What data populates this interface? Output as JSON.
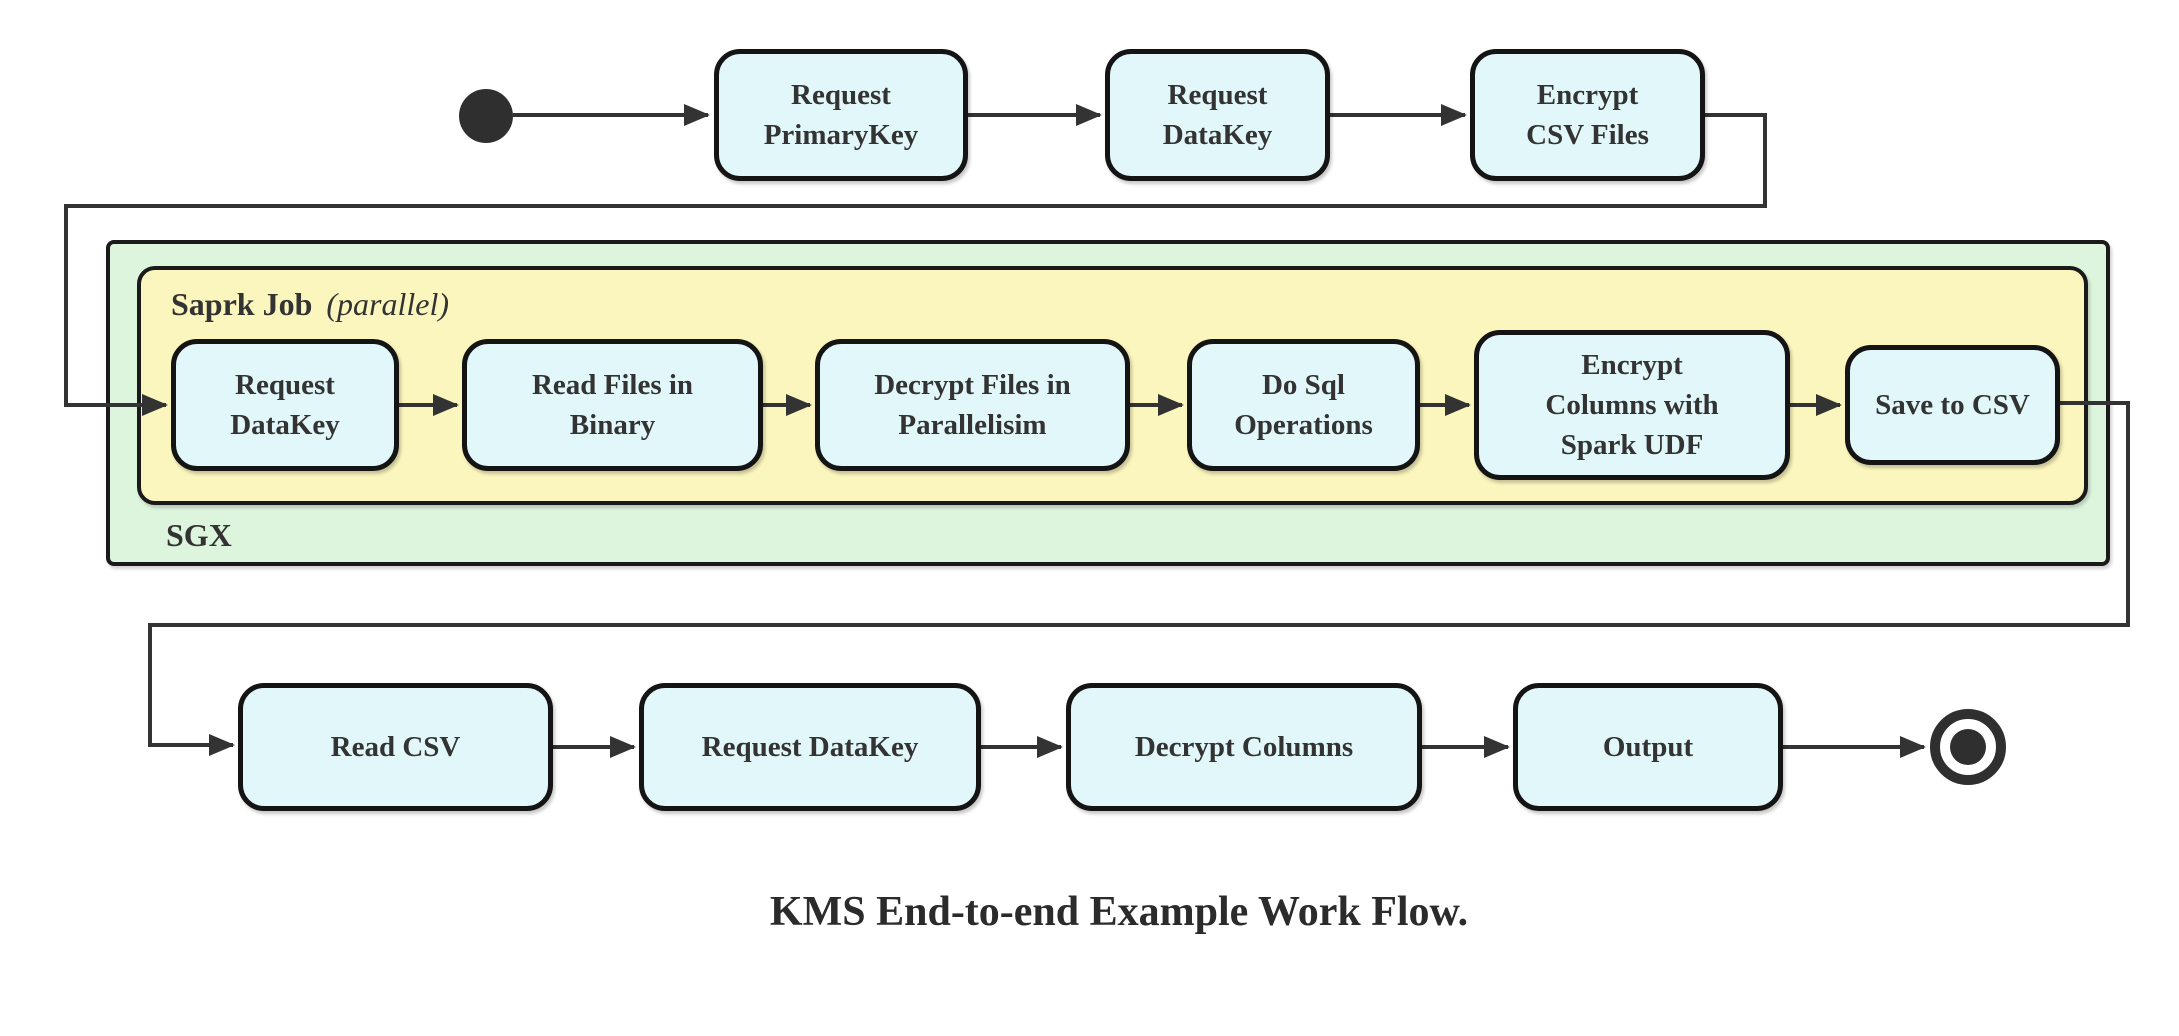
{
  "title": "KMS End-to-end Example Work Flow.",
  "colors": {
    "background": "#ffffff",
    "node-fill": "#e1f7fa",
    "node-border": "#141414",
    "line": "#333333",
    "text": "#333333",
    "green-fill": "#ddf5dd",
    "yellow-fill": "#fbf6bd",
    "container-border": "#1a1a1a",
    "start-end": "#2f2f2f"
  },
  "containers": {
    "sgx": {
      "label": "SGX"
    },
    "spark_job": {
      "label": "Saprk Job",
      "annotation": "(parallel)"
    }
  },
  "nodes": {
    "top": [
      {
        "label": "Request\nPrimaryKey"
      },
      {
        "label": "Request\nDataKey"
      },
      {
        "label": "Encrypt\nCSV Files"
      }
    ],
    "middle": [
      {
        "label": "Request\nDataKey"
      },
      {
        "label": "Read Files in\nBinary"
      },
      {
        "label": "Decrypt Files in\nParallelisim"
      },
      {
        "label": "Do Sql\nOperations"
      },
      {
        "label": "Encrypt\nColumns with\nSpark UDF"
      },
      {
        "label": "Save to CSV"
      }
    ],
    "bottom": [
      {
        "label": "Read CSV"
      },
      {
        "label": "Request DataKey"
      },
      {
        "label": "Decrypt Columns"
      },
      {
        "label": "Output"
      }
    ]
  }
}
